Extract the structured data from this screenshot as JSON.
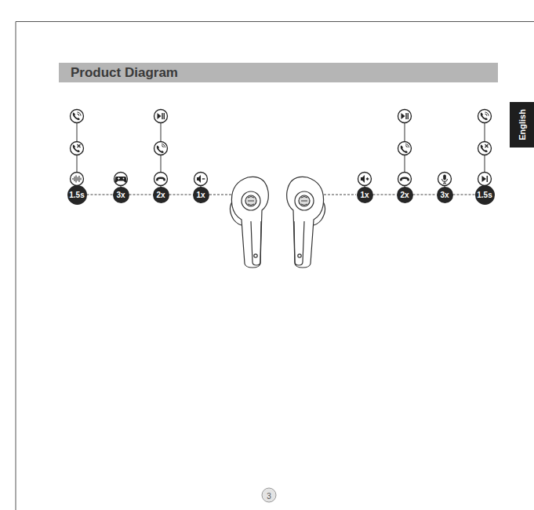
{
  "diagram": {
    "title": "Product Diagram",
    "nodes": [
      {
        "text": [
          "1.5s"
        ]
      },
      {
        "text": [
          "3x"
        ]
      },
      {
        "text": [
          "2x"
        ]
      },
      {
        "text": [
          "1x"
        ]
      },
      {
        "text": [
          "1x"
        ]
      },
      {
        "text": [
          "2x"
        ]
      },
      {
        "text": [
          "3x"
        ]
      },
      {
        "text": [
          "1.5s"
        ]
      }
    ],
    "edges": [
      {
        "from": 0,
        "to": 1,
        "arrow": "none"
      },
      {
        "from": 1,
        "to": 2,
        "arrow": "none"
      },
      {
        "from": 2,
        "to": 3,
        "arrow": "none"
      },
      {
        "from": 4,
        "to": 5,
        "arrow": "none"
      },
      {
        "from": 5,
        "to": 6,
        "arrow": "none"
      },
      {
        "from": 6,
        "to": 7,
        "arrow": "none"
      }
    ],
    "labels": [
      "English",
      "3"
    ]
  }
}
